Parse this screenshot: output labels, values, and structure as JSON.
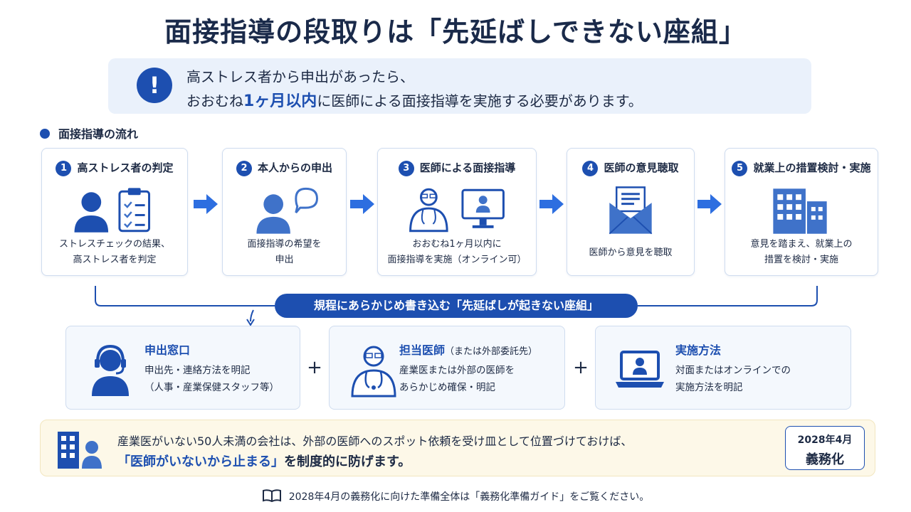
{
  "title": "面接指導の段取りは「先延ばしできない座組」",
  "notice": {
    "icon": "exclamation-icon",
    "icon_glyph": "!",
    "line1": "高ストレス者から申出があったら、",
    "line2_pre": "おおむね",
    "line2_highlight": "1ヶ月以内",
    "line2_post": "に医師による面接指導を実施する必要があります。"
  },
  "flow_heading": "面接指導の流れ",
  "steps": [
    {
      "num": "1",
      "title": "高ストレス者の判定",
      "desc1": "ストレスチェックの結果、",
      "desc2": "高ストレス者を判定",
      "icon": "person-clipboard-icon"
    },
    {
      "num": "2",
      "title": "本人からの申出",
      "desc1": "面接指導の希望を",
      "desc2": "申出",
      "icon": "person-speech-bubble-icon"
    },
    {
      "num": "3",
      "title": "医師による面接指導",
      "desc1": "おおむね1ヶ月以内に",
      "desc2": "面接指導を実施（オンライン可）",
      "icon": "doctor-monitor-icon"
    },
    {
      "num": "4",
      "title": "医師の意見聴取",
      "desc1": "医師から意見を聴取",
      "desc2": "",
      "icon": "envelope-letter-icon"
    },
    {
      "num": "5",
      "title": "就業上の措置検討・実施",
      "desc1": "意見を踏まえ、就業上の",
      "desc2": "措置を検討・実施",
      "icon": "office-buildings-icon"
    }
  ],
  "banner": "規程にあらかじめ書き込む「先延ばしが起きない座組」",
  "cards": [
    {
      "title": "申出窓口",
      "title_sub": "",
      "desc1": "申出先・連絡方法を明記",
      "desc2": "（人事・産業保健スタッフ等）",
      "icon": "headset-operator-icon"
    },
    {
      "title": "担当医師",
      "title_sub": "（または外部委託先）",
      "desc1": "産業医または外部の医師を",
      "desc2": "あらかじめ確保・明記",
      "icon": "doctor-icon"
    },
    {
      "title": "実施方法",
      "title_sub": "",
      "desc1": "対面またはオンラインでの",
      "desc2": "実施方法を明記",
      "icon": "laptop-video-icon"
    }
  ],
  "plus": "+",
  "note": {
    "line1": "産業医がいない50人未満の会社は、外部の医師へのスポット依頼を受け皿として位置づけておけば、",
    "line2_highlight": "「医師がいないから止まる」",
    "line2_post": "を制度的に防げます。",
    "badge_line1": "2028年4月",
    "badge_line2": "義務化",
    "icon": "company-person-icon"
  },
  "footer": {
    "text": "2028年4月の義務化に向けた準備全体は「義務化準備ガイド」をご覧ください。",
    "icon": "open-book-icon"
  },
  "colors": {
    "accent": "#1d4fb0",
    "text": "#1d2a44",
    "arrow": "#2d6ee0",
    "icon_mid": "#3f72c9",
    "note_bg": "#fdf8e8"
  }
}
